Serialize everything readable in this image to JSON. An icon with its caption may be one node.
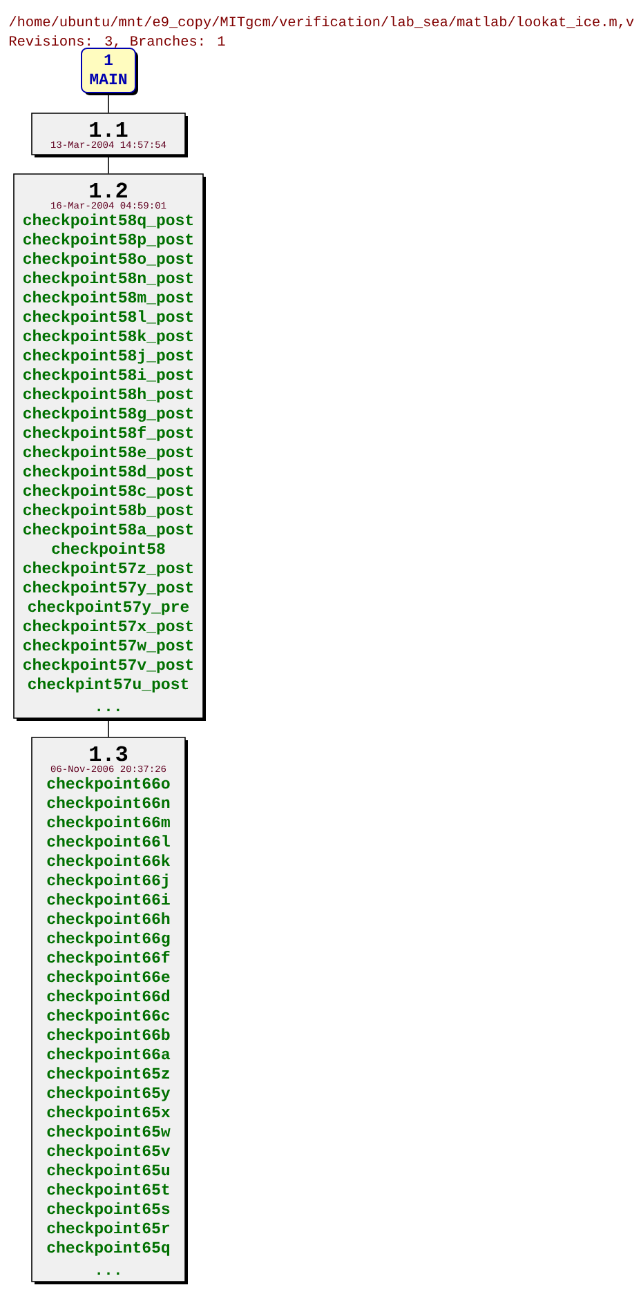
{
  "diagram": {
    "title": "/home/ubuntu/mnt/e9_copy/MITgcm/verification/lab_sea/matlab/lookat_ice.m,v",
    "nodes": [
      {
        "text": [
          "1",
          "MAIN"
        ]
      },
      {
        "text": [
          "1.1",
          "13-Mar-2004 14:57:54"
        ]
      },
      {
        "text": [
          "1.2",
          "16-Mar-2004 04:59:01",
          "checkpoint58q_post",
          "checkpoint58p_post",
          "checkpoint58o_post",
          "checkpoint58n_post",
          "checkpoint58m_post",
          "checkpoint58l_post",
          "checkpoint58k_post",
          "checkpoint58j_post",
          "checkpoint58i_post",
          "checkpoint58h_post",
          "checkpoint58g_post",
          "checkpoint58f_post",
          "checkpoint58e_post",
          "checkpoint58d_post",
          "checkpoint58c_post",
          "checkpoint58b_post",
          "checkpoint58a_post",
          "checkpoint58",
          "checkpoint57z_post",
          "checkpoint57y_post",
          "checkpoint57y_pre",
          "checkpoint57x_post",
          "checkpoint57w_post",
          "checkpoint57v_post",
          "checkpint57u_post",
          "..."
        ]
      },
      {
        "text": [
          "1.3",
          "06-Nov-2006 20:37:26",
          "checkpoint66o",
          "checkpoint66n",
          "checkpoint66m",
          "checkpoint66l",
          "checkpoint66k",
          "checkpoint66j",
          "checkpoint66i",
          "checkpoint66h",
          "checkpoint66g",
          "checkpoint66f",
          "checkpoint66e",
          "checkpoint66d",
          "checkpoint66c",
          "checkpoint66b",
          "checkpoint66a",
          "checkpoint65z",
          "checkpoint65y",
          "checkpoint65x",
          "checkpoint65w",
          "checkpoint65v",
          "checkpoint65u",
          "checkpoint65t",
          "checkpoint65s",
          "checkpoint65r",
          "checkpoint65q",
          "..."
        ]
      }
    ],
    "edges": [
      {
        "from": 0,
        "to": 1,
        "arrow": "none"
      },
      {
        "from": 1,
        "to": 2,
        "arrow": "none"
      },
      {
        "from": 2,
        "to": 3,
        "arrow": "none"
      }
    ],
    "labels": [
      "Revisions: 3, Branches: 1"
    ]
  }
}
